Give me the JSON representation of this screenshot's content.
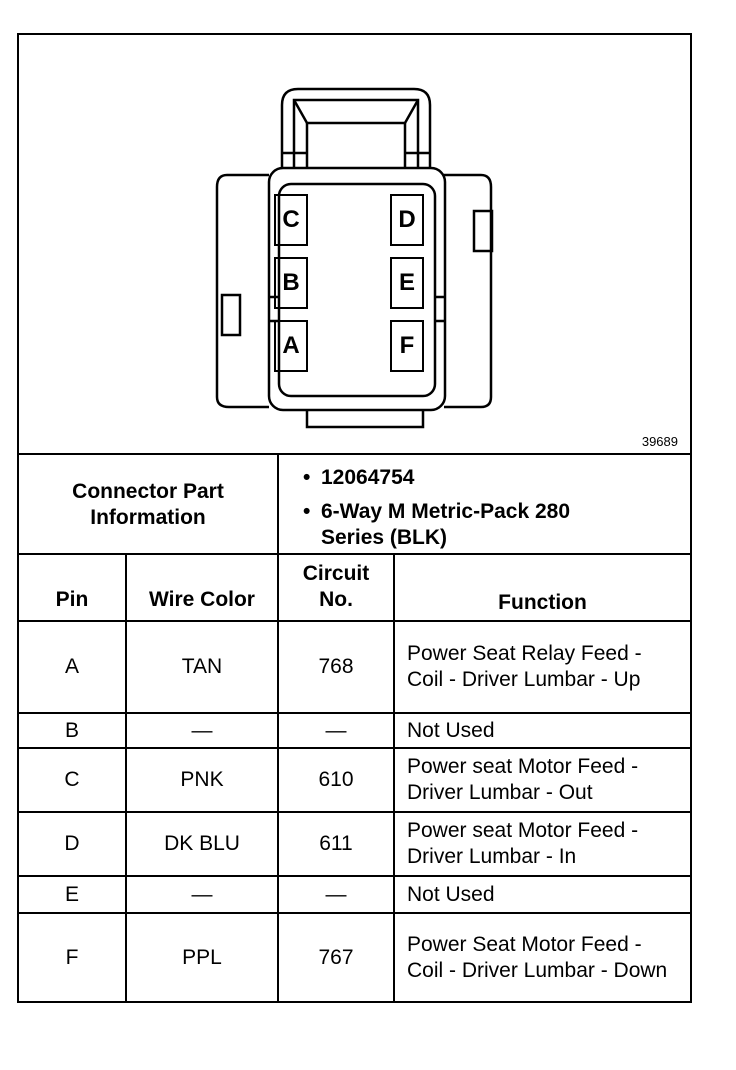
{
  "diagram": {
    "figure_number": "39689",
    "cavities": [
      "C",
      "B",
      "A",
      "D",
      "E",
      "F"
    ]
  },
  "connector_info": {
    "label": "Connector Part Information",
    "items": [
      "12064754",
      "6-Way M Metric-Pack 280 Series (BLK)"
    ]
  },
  "table": {
    "headers": {
      "pin": "Pin",
      "wire_color": "Wire Color",
      "circuit_no": "Circuit No.",
      "function": "Function"
    },
    "rows": [
      {
        "pin": "A",
        "wire_color": "TAN",
        "circuit": "768",
        "function": "Power Seat Relay Feed - Coil - Driver Lumbar - Up"
      },
      {
        "pin": "B",
        "wire_color": "—",
        "circuit": "—",
        "function": "Not Used"
      },
      {
        "pin": "C",
        "wire_color": "PNK",
        "circuit": "610",
        "function": "Power seat Motor Feed - Driver Lumbar - Out"
      },
      {
        "pin": "D",
        "wire_color": "DK BLU",
        "circuit": "611",
        "function": "Power seat Motor Feed - Driver Lumbar - In"
      },
      {
        "pin": "E",
        "wire_color": "—",
        "circuit": "—",
        "function": "Not Used"
      },
      {
        "pin": "F",
        "wire_color": "PPL",
        "circuit": "767",
        "function": "Power Seat Motor Feed - Coil - Driver Lumbar - Down"
      }
    ]
  }
}
